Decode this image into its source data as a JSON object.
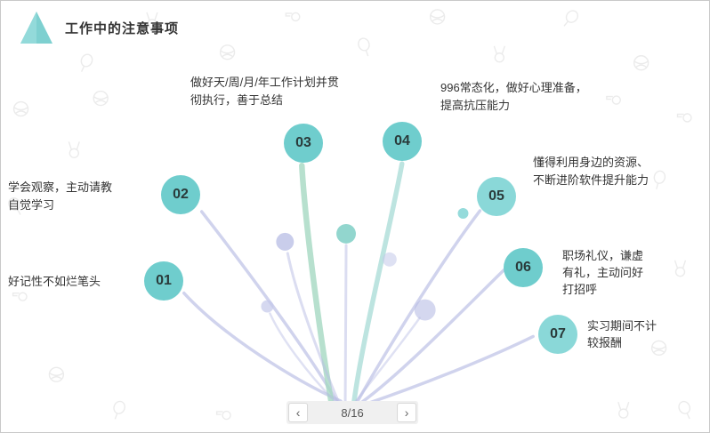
{
  "title": "工作中的注意事项",
  "items": [
    {
      "num": "01",
      "text": "好记性不如烂笔头"
    },
    {
      "num": "02",
      "text": "学会观察，主动请教\n自觉学习"
    },
    {
      "num": "03",
      "text": "做好天/周/月/年工作计划并贯\n彻执行，善于总结"
    },
    {
      "num": "04",
      "text": "996常态化，做好心理准备，\n提高抗压能力"
    },
    {
      "num": "05",
      "text": "懂得利用身边的资源、\n不断进阶软件提升能力"
    },
    {
      "num": "06",
      "text": "职场礼仪，谦虚\n有礼，主动问好\n打招呼"
    },
    {
      "num": "07",
      "text": "实习期间不计\n较报酬"
    }
  ],
  "pagination": {
    "label": "8/16",
    "prev_icon": "‹",
    "next_icon": "›"
  },
  "colors": {
    "accent_teal": "#6FCDCD",
    "accent_teal_light": "#8AD8D8",
    "lavender": "#B7BCE4",
    "stem_green": "#A5D8C2"
  }
}
